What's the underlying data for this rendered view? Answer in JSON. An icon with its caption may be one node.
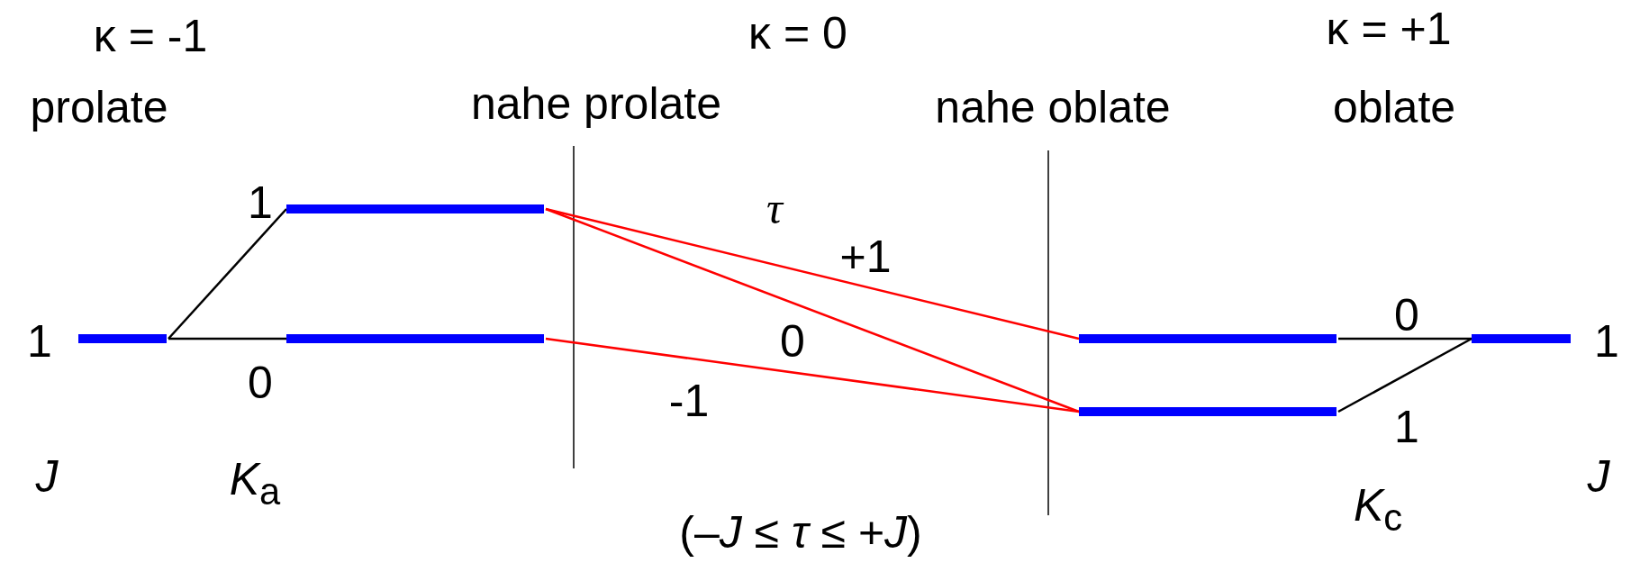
{
  "diagram": {
    "nodes": [
      {
        "text": [],
        "shape": "bar",
        "beside": [
          "1"
        ]
      },
      {
        "text": [],
        "shape": "bar"
      },
      {
        "text": [],
        "shape": "bar"
      },
      {
        "text": [],
        "shape": "bar"
      },
      {
        "text": [],
        "shape": "bar"
      },
      {
        "text": [],
        "shape": "bar",
        "beside": [
          "1"
        ]
      }
    ],
    "edges": [
      {
        "from": 0,
        "to": 1,
        "arrow": "none",
        "label": "1"
      },
      {
        "from": 0,
        "to": 2,
        "arrow": "none",
        "label": "0"
      },
      {
        "from": 1,
        "to": 3,
        "arrow": "none",
        "label": "+1",
        "color": "#ff0000"
      },
      {
        "from": 1,
        "to": 4,
        "arrow": "none",
        "label": "0",
        "color": "#ff0000"
      },
      {
        "from": 2,
        "to": 4,
        "arrow": "none",
        "label": "-1",
        "color": "#ff0000"
      },
      {
        "from": 3,
        "to": 5,
        "arrow": "none",
        "label": "0"
      },
      {
        "from": 4,
        "to": 5,
        "arrow": "none",
        "label": "1"
      }
    ],
    "labels": [
      "κ = -1",
      "κ = 0",
      "κ = +1",
      "prolate",
      "nahe prolate",
      "nahe oblate",
      "oblate",
      "τ",
      "J",
      "*K*$_{a}$",
      "*K*$_{c}$",
      "J",
      "(–*J* ≤ *τ* ≤ +*J*)"
    ]
  }
}
